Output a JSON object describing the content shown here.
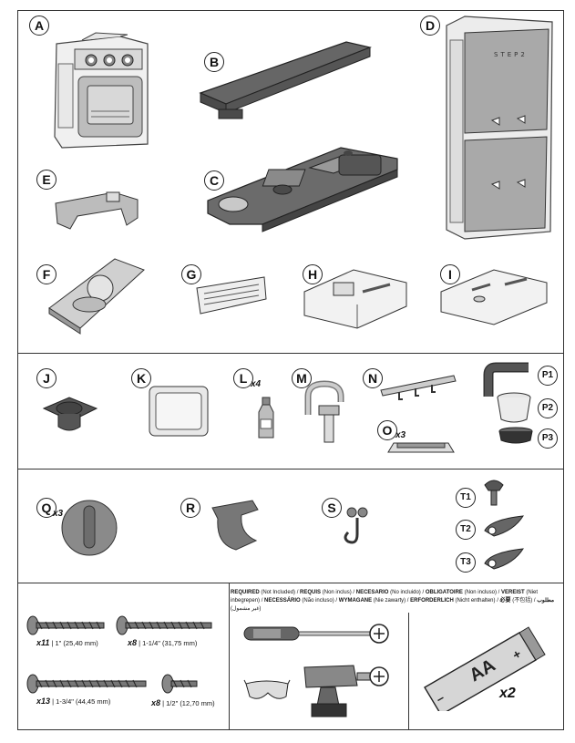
{
  "brand_label": "STEP2",
  "parts": {
    "A": "A",
    "B": "B",
    "C": "C",
    "D": "D",
    "E": "E",
    "F": "F",
    "G": "G",
    "H": "H",
    "I": "I",
    "J": "J",
    "K": "K",
    "L": "L",
    "M": "M",
    "N": "N",
    "O": "O",
    "P1": "P1",
    "P2": "P2",
    "P3": "P3",
    "Q": "Q",
    "R": "R",
    "S": "S",
    "T1": "T1",
    "T2": "T2",
    "T3": "T3"
  },
  "quantities": {
    "L": "x4",
    "O": "x3",
    "Q": "x3"
  },
  "screws": [
    {
      "qty": "x11",
      "size": "1\" (25,40 mm)"
    },
    {
      "qty": "x8",
      "size": "1-1/4\" (31,75 mm)"
    },
    {
      "qty": "x13",
      "size": "1-3/4\" (44,45 mm)"
    },
    {
      "qty": "x8",
      "size": "1/2\" (12,70 mm)"
    }
  ],
  "required": {
    "items": [
      {
        "word": "REQUIRED",
        "note": "(Not Included)"
      },
      {
        "word": "REQUIS",
        "note": "(Non inclus)"
      },
      {
        "word": "NECESARIO",
        "note": "(No incluido)"
      },
      {
        "word": "OBLIGATOIRE",
        "note": "(Non incluso)"
      },
      {
        "word": "VEREIST",
        "note": "(Niet inbegrepen)"
      },
      {
        "word": "NECESSÁRIO",
        "note": "(Não incluso)"
      },
      {
        "word": "WYMAGANE",
        "note": "(Nie zawarty)"
      },
      {
        "word": "ERFORDERLICH",
        "note": "(Nicht enthalten)"
      },
      {
        "word": "必要",
        "note": "(不包括)"
      },
      {
        "word": "مطلوب",
        "note": "(غير مشمول)"
      }
    ]
  },
  "battery": {
    "type": "AA",
    "qty": "x2",
    "plus": "+",
    "minus": "–"
  }
}
